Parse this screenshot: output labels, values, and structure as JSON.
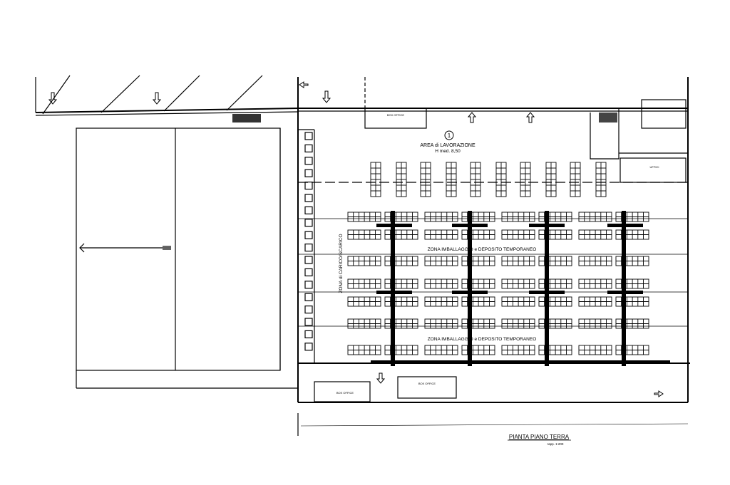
{
  "plan": {
    "zone_number": "1",
    "work_area_title": "AREA di LAVORAZIONE",
    "work_area_height": "H med. 8,50",
    "packing_zone_upper": "ZONA IMBALLAGGIO e DEPOSITO TEMPORANEO",
    "packing_zone_lower": "ZONA IMBALLAGGIO e DEPOSITO TEMPORANEO",
    "loading_zone": "ZONA di CARICO/SCARICO",
    "box_office_top": "BOX OFFICE",
    "box_office_mid": "BOX OFFICE",
    "box_office_bottom_left": "BOX OFFICE",
    "ufficio_label": "UFFICI",
    "drawing_title": "PIANTA PIANO TERRA",
    "drawing_scale": "rapp. 1:200"
  }
}
